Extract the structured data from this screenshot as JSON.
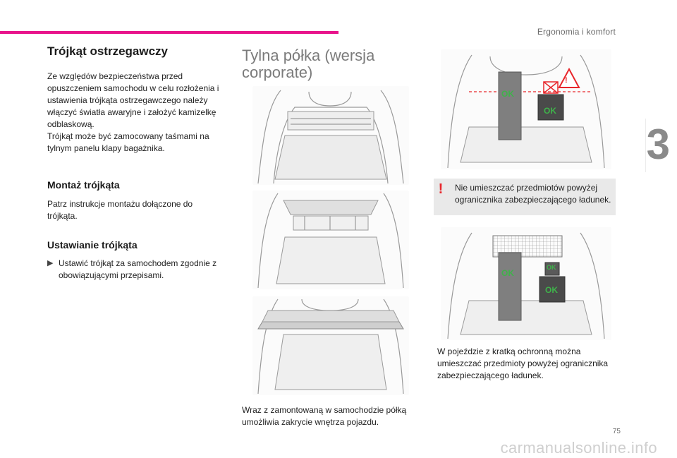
{
  "header": {
    "section": "Ergonomia i komfort",
    "chapter": "3",
    "page_number": "75"
  },
  "left": {
    "title": "Trójkąt ostrzegawczy",
    "para1": "Ze względów bezpieczeństwa przed opuszczeniem samochodu w celu rozłożenia i ustawienia trójkąta ostrzegawczego należy włączyć światła awaryjne i założyć kamizelkę odblaskową.",
    "para2": "Trójkąt może być zamocowany taśmami na tylnym panelu klapy bagażnika.",
    "sub1": "Montaż trójkąta",
    "sub1_text": "Patrz instrukcje montażu dołączone do trójkąta.",
    "sub2": "Ustawianie trójkąta",
    "bullet_mark": "▶",
    "bullet_text": "Ustawić trójkąt za samochodem zgodnie z obowiązującymi przepisami."
  },
  "middle": {
    "title": "Tylna półka (wersja corporate)",
    "caption": "Wraz z zamontowaną w samochodzie półką umożliwia zakrycie wnętrza pojazdu."
  },
  "right": {
    "warning_mark": "!",
    "warning_text": "Nie umieszczać przedmiotów powyżej ogranicznika zabezpieczającego ładunek.",
    "caption": "W pojeździe z kratką ochronną można umieszczać przedmioty powyżej ogranicznika zabezpieczającego ładunek.",
    "ok_label": "OK"
  },
  "colors": {
    "accent": "#e8138b",
    "warning": "#e8262b",
    "ok_green": "#3fb24a"
  },
  "watermark": "carmanualsonline.info"
}
